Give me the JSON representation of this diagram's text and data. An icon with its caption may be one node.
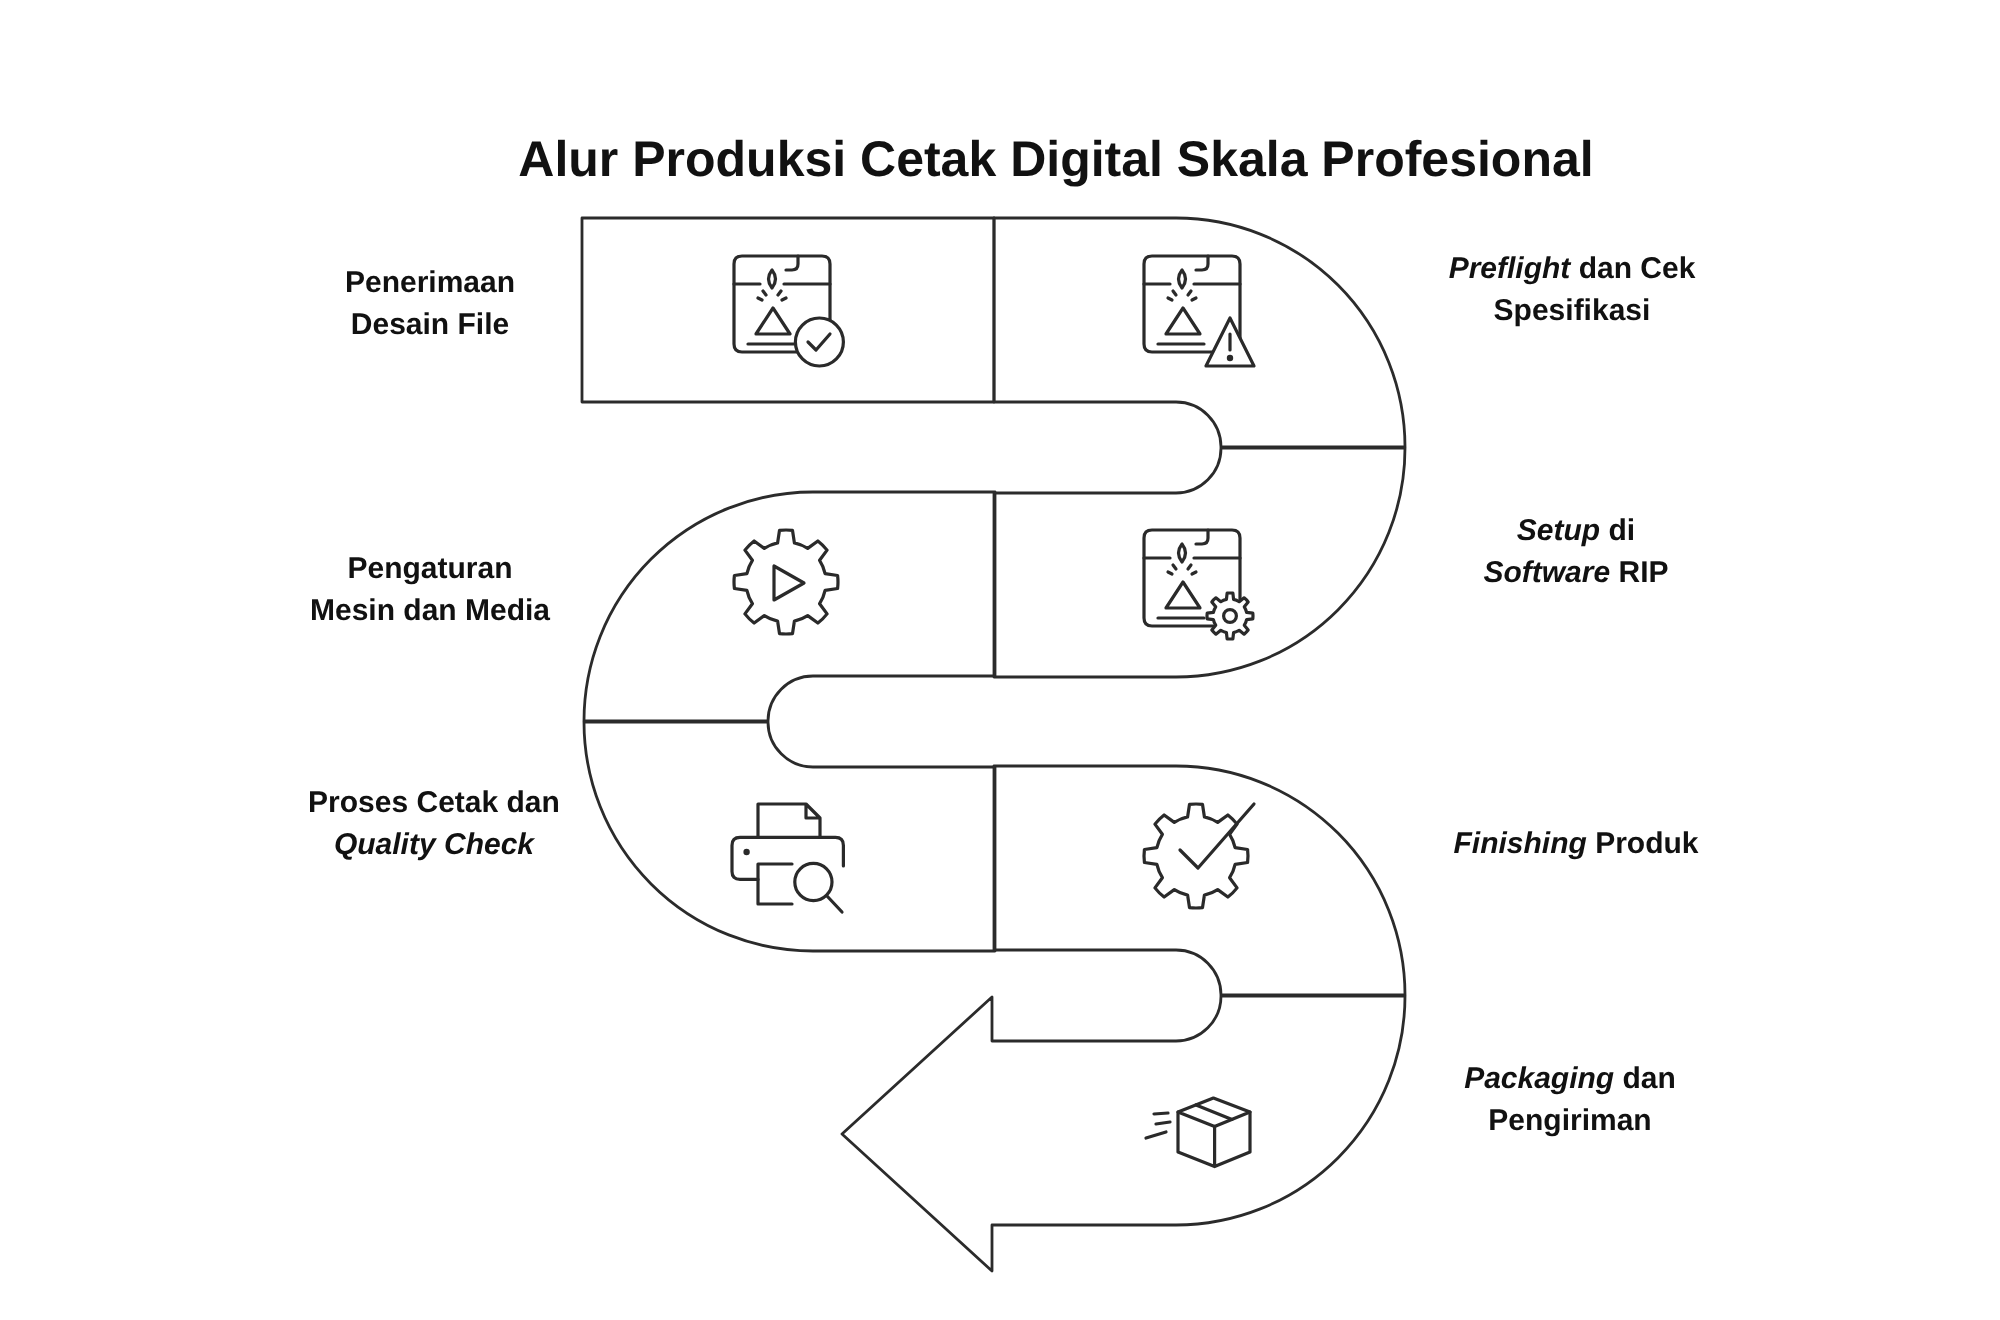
{
  "diagram": {
    "title": "Alur Produksi Cetak Digital Skala Profesional",
    "nodes": [
      {
        "text": [],
        "shape": "box",
        "beside": [
          "Penerimaan Desain File"
        ]
      },
      {
        "text": [],
        "shape": "band",
        "beside": [
          "*Preflight* dan Cek Spesifikasi"
        ]
      },
      {
        "text": [],
        "shape": "band",
        "beside": [
          "*Setup* di *Software* RIP"
        ]
      },
      {
        "text": [],
        "shape": "band",
        "beside": [
          "Pengaturan Mesin dan Media"
        ]
      },
      {
        "text": [],
        "shape": "band",
        "beside": [
          "Proses Cetak dan *Quality Check*"
        ]
      },
      {
        "text": [],
        "shape": "band",
        "beside": [
          "*Finishing* Produk"
        ]
      },
      {
        "text": [],
        "shape": "arrow",
        "beside": [
          "*Packaging* dan Pengiriman"
        ]
      }
    ]
  }
}
